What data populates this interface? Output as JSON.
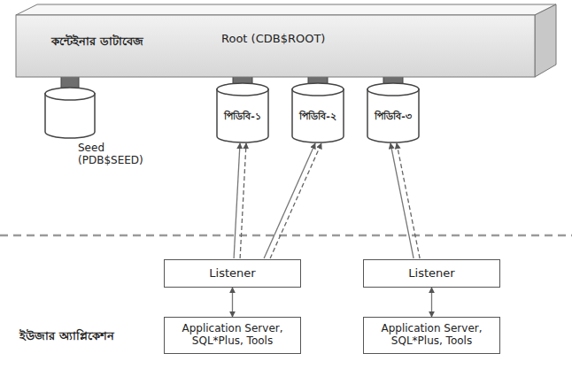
{
  "diagram": {
    "nodes": [
      {
        "text": [
          "কন্টেইনার ডাটাবেজ",
          "Root (CDB$ROOT)"
        ]
      },
      {
        "text": [
          "Seed (PDB$SEED)"
        ]
      },
      {
        "text": [
          "পিডিবি-১"
        ]
      },
      {
        "text": [
          "পিডিবি-২"
        ]
      },
      {
        "text": [
          "পিডিবি-৩"
        ]
      },
      {
        "text": [
          "Listener"
        ]
      },
      {
        "text": [
          "Listener"
        ]
      },
      {
        "text": [
          "Application Server, SQL*Plus, Tools"
        ]
      },
      {
        "text": [
          "Application Server, SQL*Plus, Tools"
        ]
      }
    ],
    "edges": [
      {
        "from": 5,
        "to": 2,
        "arrow": "to"
      },
      {
        "from": 5,
        "to": 3,
        "arrow": "to"
      },
      {
        "from": 6,
        "to": 4,
        "arrow": "to"
      },
      {
        "from": 7,
        "to": 5,
        "arrow": "both"
      },
      {
        "from": 8,
        "to": 6,
        "arrow": "both"
      }
    ],
    "labels": [
      "ইউজার অ্যাপ্লিকেশন"
    ]
  }
}
